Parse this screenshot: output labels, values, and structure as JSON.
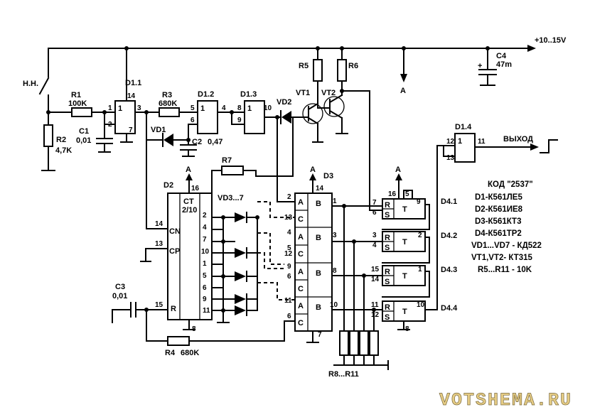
{
  "power": {
    "supply": "+10..15V",
    "bus_a": "A",
    "gnd_sym": "┴"
  },
  "switch": {
    "label": "Н.Н."
  },
  "resistors": {
    "r1": {
      "name": "R1",
      "value": "100K"
    },
    "r2": {
      "name": "R2",
      "value": "4,7K"
    },
    "r3": {
      "name": "R3",
      "value": "680K"
    },
    "r4": {
      "name": "R4",
      "value": "680K"
    },
    "r5": {
      "name": "R5"
    },
    "r6": {
      "name": "R6"
    },
    "r7": {
      "name": "R7"
    },
    "r8_11": {
      "name": "R8...R11"
    }
  },
  "capacitors": {
    "c1": {
      "name": "C1",
      "value": "0,01"
    },
    "c2": {
      "name": "C2",
      "value": "0,47"
    },
    "c3": {
      "name": "C3",
      "value": "0,01"
    },
    "c4": {
      "name": "C4",
      "value": "47m"
    }
  },
  "gates": {
    "d1_1": "D1.1",
    "d1_2": "D1.2",
    "d1_3": "D1.3",
    "d1_4": "D1.4",
    "gate_sym": "1"
  },
  "diodes": {
    "vd1": "VD1",
    "vd2": "VD2",
    "vd3_7": "VD3...7"
  },
  "transistors": {
    "vt1": "VT1",
    "vt2": "VT2"
  },
  "counter": {
    "name": "D2",
    "title": "CT",
    "subtitle": "2/10",
    "pin_cn": "CN",
    "pin_cp": "CP",
    "pin_r": "R"
  },
  "switches": {
    "name": "D3",
    "pin_a": "A",
    "pin_b": "B",
    "pin_c": "C"
  },
  "triggers": {
    "d4_1": "D4.1",
    "d4_2": "D4.2",
    "d4_3": "D4.3",
    "d4_4": "D4.4",
    "pin_r": "R",
    "pin_s": "S",
    "pin_t": "T"
  },
  "output": {
    "label": "ВЫХОД"
  },
  "pins": {
    "p1": "1",
    "p2": "2",
    "p3": "3",
    "p4": "4",
    "p5": "5",
    "p6": "6",
    "p7": "7",
    "p8": "8",
    "p9": "9",
    "p10": "10",
    "p11": "11",
    "p12": "12",
    "p13": "13",
    "p14": "14",
    "p15": "15",
    "p16": "16"
  },
  "legend": {
    "title": "КОД \"2537\"",
    "lines": [
      "D1-К561ЛЕ5",
      "D2-К561ИЕ8",
      "D3-К561КТ3",
      "D4-К561ТР2",
      "VD1...VD7 - КД522",
      "VT1,VT2- КТ315",
      "R5...R11 - 10K"
    ]
  },
  "watermark": "VOTSHEMA.RU"
}
